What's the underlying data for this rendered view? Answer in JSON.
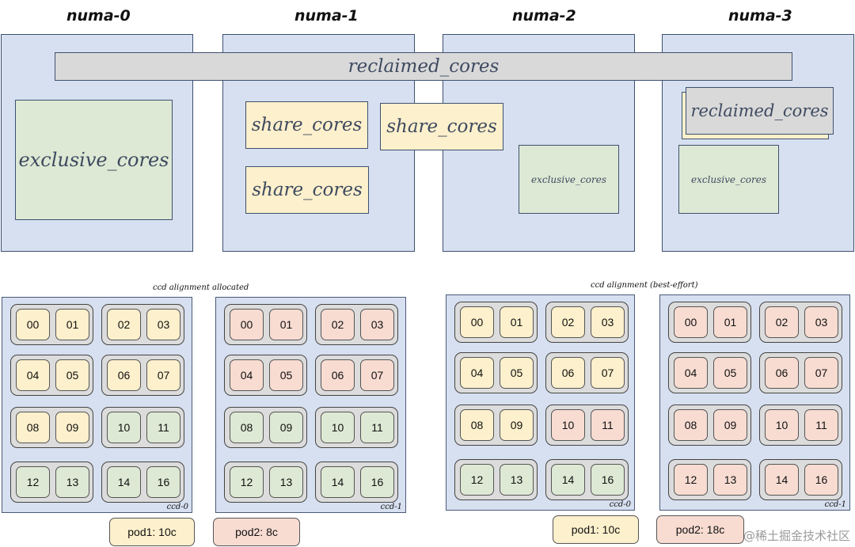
{
  "numa": [
    {
      "title": "numa-0"
    },
    {
      "title": "numa-1"
    },
    {
      "title": "numa-2"
    },
    {
      "title": "numa-3"
    }
  ],
  "pools": {
    "reclaimed_span": "reclaimed_cores",
    "numa0_exclusive": "exclusive_cores",
    "numa1_share_a": "share_cores",
    "numa1_share_b": "share_cores",
    "numa12_share": "share_cores",
    "numa2_exclusive": "exclusive_cores",
    "numa3_reclaimed": "reclaimed_cores",
    "numa3_exclusive": "exclusive_cores"
  },
  "panels": [
    {
      "caption": "ccd alignment allocated",
      "ccds": [
        {
          "label": "ccd-0",
          "groups": [
            [
              {
                "id": "00",
                "pod": "pod1"
              },
              {
                "id": "01",
                "pod": "pod1"
              }
            ],
            [
              {
                "id": "02",
                "pod": "pod1"
              },
              {
                "id": "03",
                "pod": "pod1"
              }
            ],
            [
              {
                "id": "04",
                "pod": "pod1"
              },
              {
                "id": "05",
                "pod": "pod1"
              }
            ],
            [
              {
                "id": "06",
                "pod": "pod1"
              },
              {
                "id": "07",
                "pod": "pod1"
              }
            ],
            [
              {
                "id": "08",
                "pod": "pod1"
              },
              {
                "id": "09",
                "pod": "pod1"
              }
            ],
            [
              {
                "id": "10",
                "pod": "free"
              },
              {
                "id": "11",
                "pod": "free"
              }
            ],
            [
              {
                "id": "12",
                "pod": "free"
              },
              {
                "id": "13",
                "pod": "free"
              }
            ],
            [
              {
                "id": "14",
                "pod": "free"
              },
              {
                "id": "16",
                "pod": "free"
              }
            ]
          ]
        },
        {
          "label": "ccd-1",
          "groups": [
            [
              {
                "id": "00",
                "pod": "pod2"
              },
              {
                "id": "01",
                "pod": "pod2"
              }
            ],
            [
              {
                "id": "02",
                "pod": "pod2"
              },
              {
                "id": "03",
                "pod": "pod2"
              }
            ],
            [
              {
                "id": "04",
                "pod": "pod2"
              },
              {
                "id": "05",
                "pod": "pod2"
              }
            ],
            [
              {
                "id": "06",
                "pod": "pod2"
              },
              {
                "id": "07",
                "pod": "pod2"
              }
            ],
            [
              {
                "id": "08",
                "pod": "free"
              },
              {
                "id": "09",
                "pod": "free"
              }
            ],
            [
              {
                "id": "10",
                "pod": "free"
              },
              {
                "id": "11",
                "pod": "free"
              }
            ],
            [
              {
                "id": "12",
                "pod": "free"
              },
              {
                "id": "13",
                "pod": "free"
              }
            ],
            [
              {
                "id": "14",
                "pod": "free"
              },
              {
                "id": "16",
                "pod": "free"
              }
            ]
          ]
        }
      ],
      "pods": [
        {
          "label": "pod1: 10c",
          "color": "#fdf0cc"
        },
        {
          "label": "pod2: 8c",
          "color": "#f8dcd2"
        }
      ]
    },
    {
      "caption": "ccd alignment (best-effort)",
      "ccds": [
        {
          "label": "ccd-0",
          "groups": [
            [
              {
                "id": "00",
                "pod": "pod1"
              },
              {
                "id": "01",
                "pod": "pod1"
              }
            ],
            [
              {
                "id": "02",
                "pod": "pod1"
              },
              {
                "id": "03",
                "pod": "pod1"
              }
            ],
            [
              {
                "id": "04",
                "pod": "pod1"
              },
              {
                "id": "05",
                "pod": "pod1"
              }
            ],
            [
              {
                "id": "06",
                "pod": "pod1"
              },
              {
                "id": "07",
                "pod": "pod1"
              }
            ],
            [
              {
                "id": "08",
                "pod": "pod1"
              },
              {
                "id": "09",
                "pod": "pod1"
              }
            ],
            [
              {
                "id": "10",
                "pod": "pod2"
              },
              {
                "id": "11",
                "pod": "pod2"
              }
            ],
            [
              {
                "id": "12",
                "pod": "free"
              },
              {
                "id": "13",
                "pod": "free"
              }
            ],
            [
              {
                "id": "14",
                "pod": "free"
              },
              {
                "id": "16",
                "pod": "free"
              }
            ]
          ]
        },
        {
          "label": "ccd-1",
          "groups": [
            [
              {
                "id": "00",
                "pod": "pod2"
              },
              {
                "id": "01",
                "pod": "pod2"
              }
            ],
            [
              {
                "id": "02",
                "pod": "pod2"
              },
              {
                "id": "03",
                "pod": "pod2"
              }
            ],
            [
              {
                "id": "04",
                "pod": "pod2"
              },
              {
                "id": "05",
                "pod": "pod2"
              }
            ],
            [
              {
                "id": "06",
                "pod": "pod2"
              },
              {
                "id": "07",
                "pod": "pod2"
              }
            ],
            [
              {
                "id": "08",
                "pod": "pod2"
              },
              {
                "id": "09",
                "pod": "pod2"
              }
            ],
            [
              {
                "id": "10",
                "pod": "pod2"
              },
              {
                "id": "11",
                "pod": "pod2"
              }
            ],
            [
              {
                "id": "12",
                "pod": "pod2"
              },
              {
                "id": "13",
                "pod": "pod2"
              }
            ],
            [
              {
                "id": "14",
                "pod": "pod2"
              },
              {
                "id": "16",
                "pod": "pod2"
              }
            ]
          ]
        }
      ],
      "pods": [
        {
          "label": "pod1: 10c",
          "color": "#fdf0cc"
        },
        {
          "label": "pod2: 18c",
          "color": "#f8dcd2"
        }
      ]
    }
  ],
  "colors": {
    "pod1": "#fdf0cc",
    "pod2": "#f8dcd2",
    "free": "#dde9d4"
  },
  "watermark": "@稀土掘金技术社区"
}
